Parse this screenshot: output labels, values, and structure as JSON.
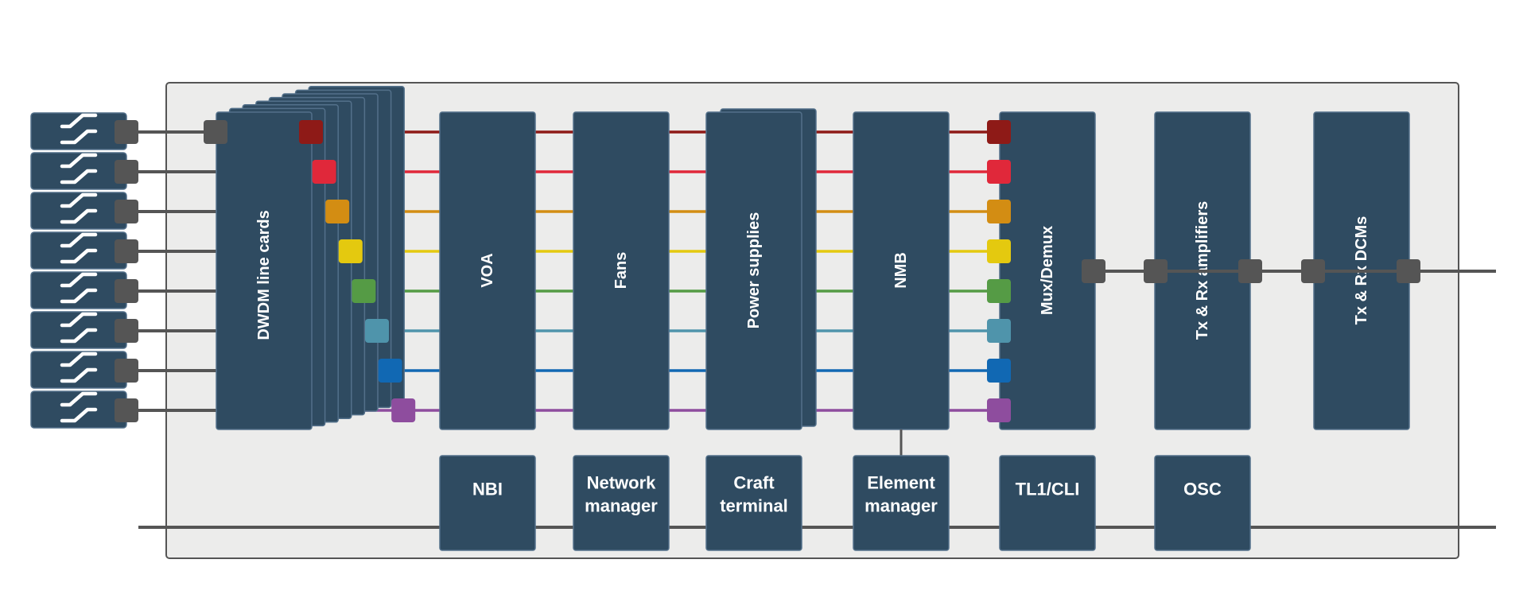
{
  "colors": {
    "block": "#2f4b61",
    "block_stroke": "#53708a",
    "chassis_fill": "#ececeb",
    "chassis_stroke": "#555555",
    "port": "#555555",
    "bus": "#555555",
    "channels": [
      "#8e1a17",
      "#e0283a",
      "#d38d13",
      "#e4c90f",
      "#559b45",
      "#4f94ab",
      "#1168b3",
      "#8e4d9e"
    ]
  },
  "line_cards": {
    "label": "DWDM line cards"
  },
  "modules": [
    {
      "id": "voa",
      "label": "VOA"
    },
    {
      "id": "fans",
      "label": "Fans"
    },
    {
      "id": "power",
      "label": "Power supplies"
    },
    {
      "id": "nmb",
      "label": "NMB"
    },
    {
      "id": "muxdemux",
      "label": "Mux/Demux"
    },
    {
      "id": "amps",
      "label": "Tx & Rx amplifiers"
    },
    {
      "id": "dcms",
      "label": "Tx & Rx DCMs"
    }
  ],
  "management": [
    {
      "id": "nbi",
      "lines": [
        "NBI"
      ]
    },
    {
      "id": "network-manager",
      "lines": [
        "Network",
        "manager"
      ]
    },
    {
      "id": "craft-terminal",
      "lines": [
        "Craft",
        "terminal"
      ]
    },
    {
      "id": "element-manager",
      "lines": [
        "Element",
        "manager"
      ]
    },
    {
      "id": "tl1-cli",
      "lines": [
        "TL1/CLI"
      ]
    },
    {
      "id": "osc",
      "lines": [
        "OSC"
      ]
    }
  ],
  "client_switch_count": 8
}
